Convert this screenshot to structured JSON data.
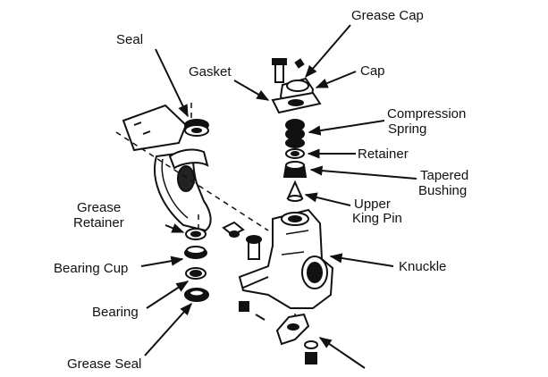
{
  "labels": {
    "grease_cap": "Grease Cap",
    "seal": "Seal",
    "gasket": "Gasket",
    "cap": "Cap",
    "compression_spring_1": "Compression",
    "compression_spring_2": "Spring",
    "retainer": "Retainer",
    "tapered_bushing_1": "Tapered",
    "tapered_bushing_2": "Bushing",
    "upper_king_pin_1": "Upper",
    "upper_king_pin_2": "King Pin",
    "grease_retainer_1": "Grease",
    "grease_retainer_2": "Retainer",
    "knuckle": "Knuckle",
    "bearing_cup": "Bearing Cup",
    "bearing": "Bearing",
    "grease_seal": "Grease Seal"
  },
  "colors": {
    "ink": "#111111",
    "paper": "#ffffff"
  }
}
